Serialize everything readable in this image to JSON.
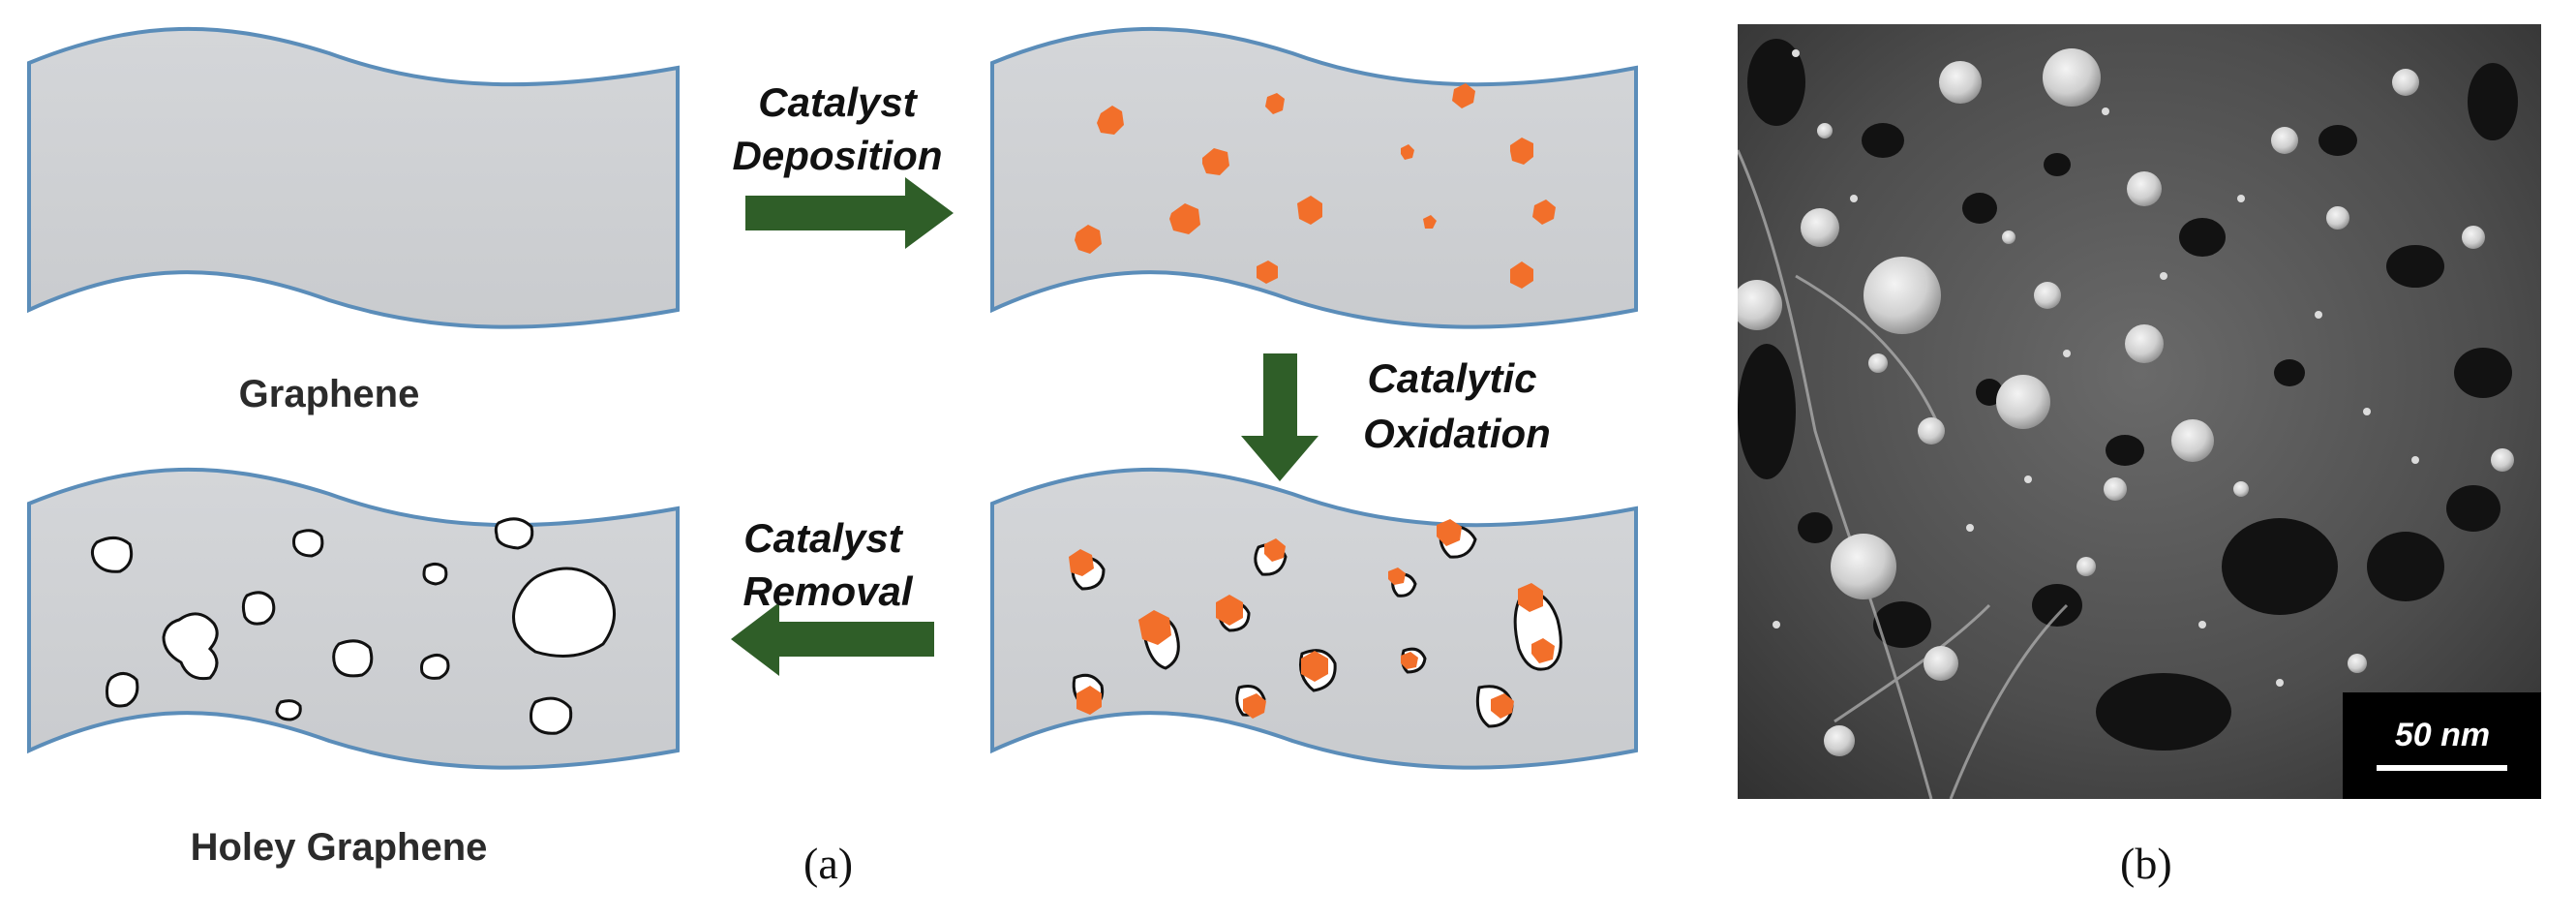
{
  "panel_a": {
    "label": "(a)",
    "sheets": {
      "graphene": "Graphene",
      "holey_graphene": "Holey Graphene"
    },
    "steps": {
      "deposition": [
        "Catalyst",
        "Deposition"
      ],
      "oxidation": [
        "Catalytic",
        "Oxidation"
      ],
      "removal": [
        "Catalyst",
        "Removal"
      ]
    }
  },
  "panel_b": {
    "label": "(b)",
    "scale_bar": "50 nm"
  },
  "colors": {
    "sheet_fill": "#cfd1d4",
    "sheet_edge": "#5b8db9",
    "catalyst": "#f26f2a",
    "arrow": "#2f5e28",
    "hole": "#ffffff"
  }
}
